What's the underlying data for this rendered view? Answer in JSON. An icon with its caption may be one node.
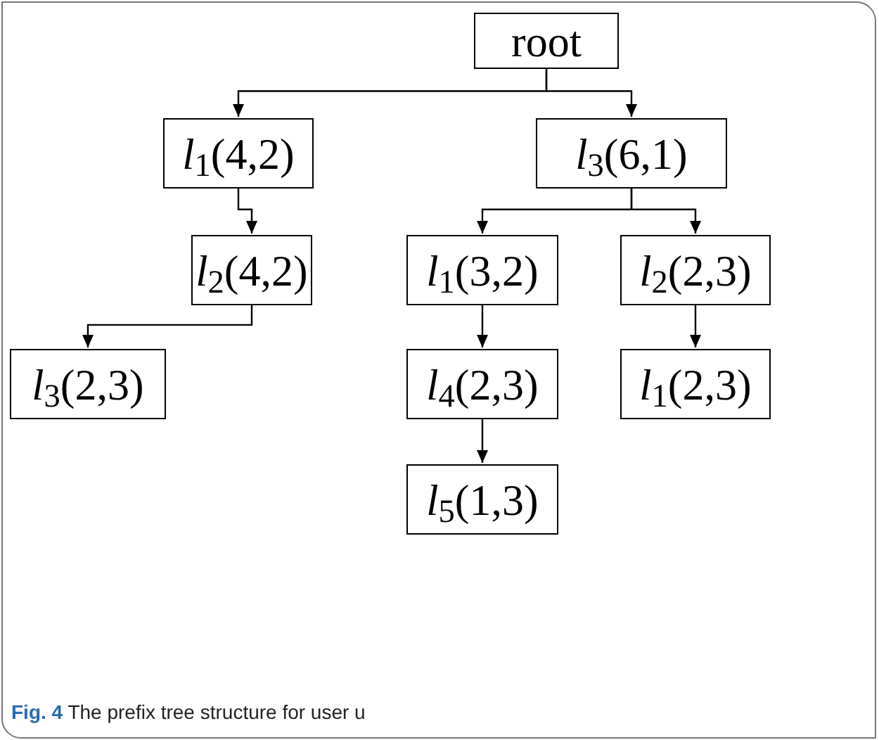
{
  "diagram": {
    "caption": "**Fig. 4** The prefix tree structure for user u",
    "nodes": [
      {
        "text": [
          "root"
        ]
      },
      {
        "text": [
          "*l*$_{1}$(4,2)"
        ]
      },
      {
        "text": [
          "*l*$_{3}$(6,1)"
        ]
      },
      {
        "text": [
          "*l*$_{2}$(4,2)"
        ]
      },
      {
        "text": [
          "*l*$_{1}$(3,2)"
        ]
      },
      {
        "text": [
          "*l*$_{2}$(2,3)"
        ]
      },
      {
        "text": [
          "*l*$_{3}$(2,3)"
        ]
      },
      {
        "text": [
          "*l*$_{4}$(2,3)"
        ]
      },
      {
        "text": [
          "*l*$_{1}$(2,3)"
        ]
      },
      {
        "text": [
          "*l*$_{5}$(1,3)"
        ]
      }
    ],
    "edges": [
      {
        "from": 0,
        "to": 1,
        "arrow": "to"
      },
      {
        "from": 0,
        "to": 2,
        "arrow": "to"
      },
      {
        "from": 1,
        "to": 3,
        "arrow": "to"
      },
      {
        "from": 3,
        "to": 6,
        "arrow": "to"
      },
      {
        "from": 2,
        "to": 4,
        "arrow": "to"
      },
      {
        "from": 2,
        "to": 5,
        "arrow": "to"
      },
      {
        "from": 4,
        "to": 7,
        "arrow": "to"
      },
      {
        "from": 5,
        "to": 8,
        "arrow": "to"
      },
      {
        "from": 7,
        "to": 9,
        "arrow": "to"
      }
    ]
  }
}
